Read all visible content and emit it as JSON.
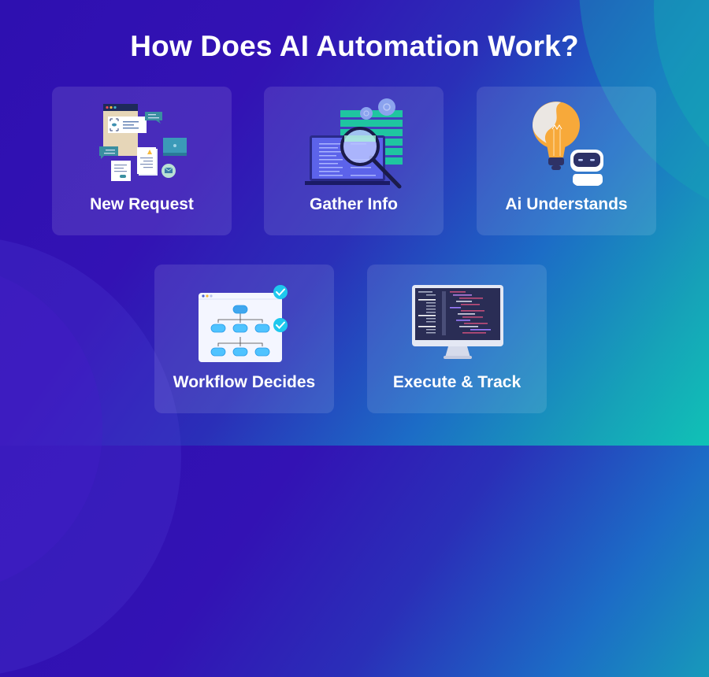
{
  "title": "How Does AI Automation Work?",
  "colors": {
    "background_start": "#2e10b0",
    "background_end": "#10c2b6",
    "card_fill": "rgba(255,255,255,0.11)",
    "text": "#ffffff",
    "check_badge": "#1ec8ee",
    "workflow_node": "#4fc3ff"
  },
  "steps": [
    {
      "label": "New Request",
      "icon": "documents-request-icon"
    },
    {
      "label": "Gather Info",
      "icon": "magnifier-data-icon"
    },
    {
      "label": "Ai Understands",
      "icon": "lightbulb-robot-icon"
    },
    {
      "label": "Workflow Decides",
      "icon": "workflow-chart-icon"
    },
    {
      "label": "Execute & Track",
      "icon": "code-monitor-icon"
    }
  ]
}
